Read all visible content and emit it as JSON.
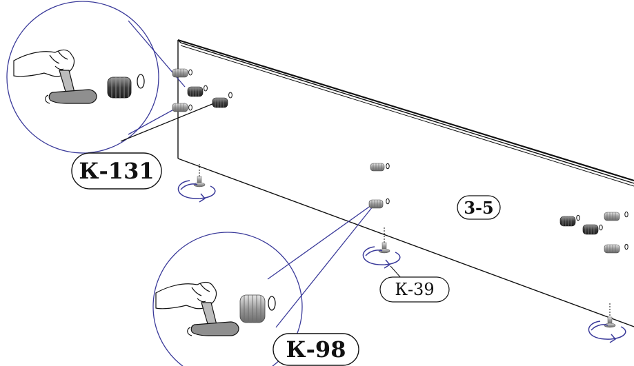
{
  "labels": {
    "k131": "К-131",
    "k98": "К-98",
    "k39": "К-39",
    "panel": "3-5"
  },
  "colors": {
    "line": "#111111",
    "callout": "#3a3a9a",
    "arrow": "#3a3a9a",
    "dowel_light": "#bdbdbd",
    "dowel_dark": "#555555",
    "glove": "#ffffff",
    "background": "#ffffff"
  },
  "icons": {
    "hand_hammer": "hand-with-hammer-icon",
    "rotate": "rotate-arrow-icon",
    "dowel": "threaded-insert-icon",
    "hole": "hole-icon",
    "foot": "adjustable-foot-icon"
  }
}
